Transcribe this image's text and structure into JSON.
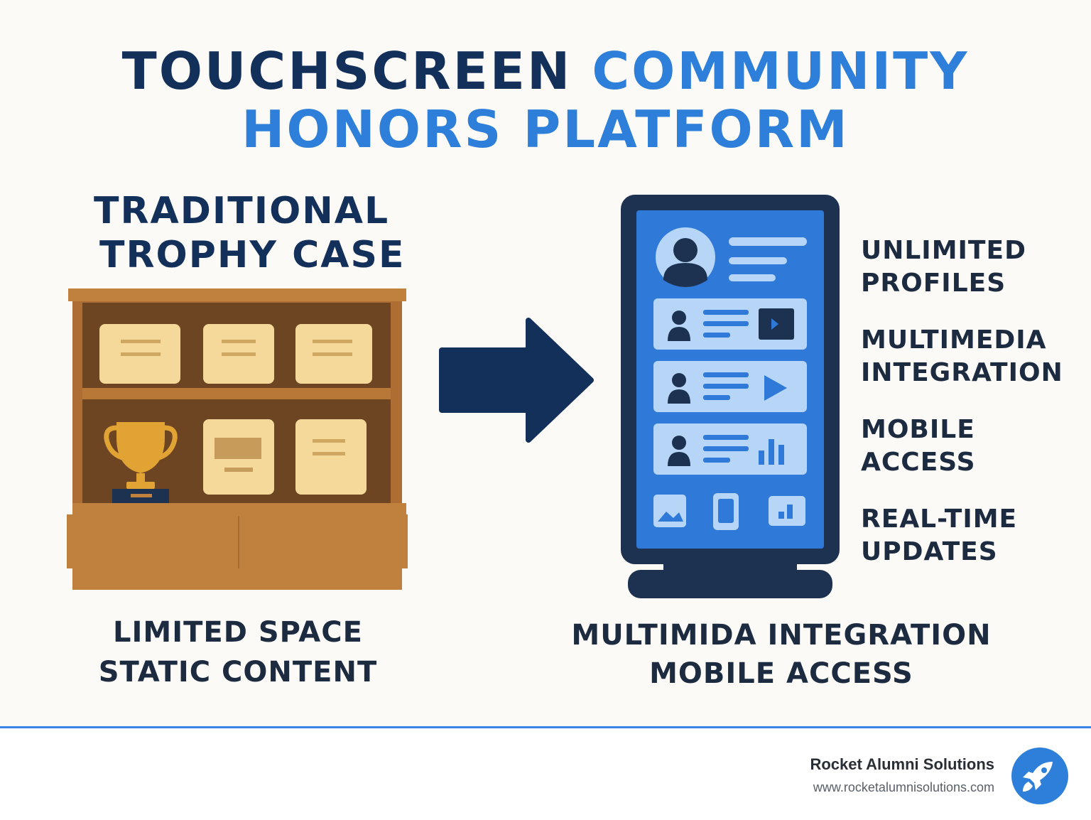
{
  "title": {
    "line1_dark": "TOUCHSCREEN",
    "line1_blue": "COMMUNITY",
    "line2": "HONORS PLATFORM"
  },
  "left": {
    "heading_line1": "TRADITIONAL",
    "heading_line2": "TROPHY CASE",
    "caption_line1": "LIMITED SPACE",
    "caption_line2": "STATIC CONTENT"
  },
  "right": {
    "features": [
      {
        "line1": "UNLIMITED",
        "line2": "PROFILES"
      },
      {
        "line1": "MULTIMEDIA",
        "line2": "INTEGRATION"
      },
      {
        "line1": "MOBILE",
        "line2": "ACCESS"
      },
      {
        "line1": "REAL-TIME",
        "line2": "UPDATES"
      }
    ],
    "caption_line1": "MULTIMIDA INTEGRATION",
    "caption_line2": "MOBILE ACCESS"
  },
  "footer": {
    "brand": "Rocket Alumni Solutions",
    "url": "www.rocketalumnisolutions.com"
  },
  "colors": {
    "navy": "#13305a",
    "accent_blue": "#2d7fda",
    "wood": "#c0813f",
    "plaque": "#f4d99a",
    "trophy_gold": "#e0a334"
  },
  "icons": [
    "trophy-icon",
    "arrow-right-icon",
    "user-icon",
    "play-icon",
    "bar-chart-icon",
    "image-icon",
    "phone-icon",
    "rocket-icon"
  ]
}
